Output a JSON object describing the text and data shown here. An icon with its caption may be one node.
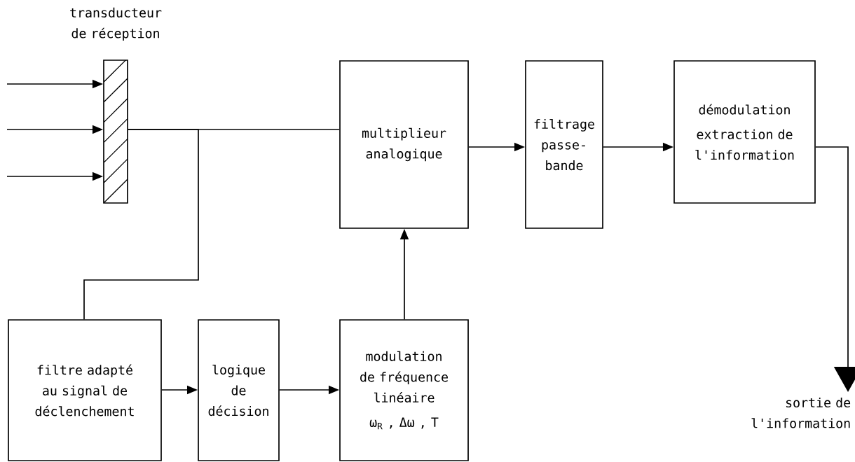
{
  "diagram": {
    "nodes": [
      {
        "text": [],
        "shape": "bar",
        "beside": [
          "transducteur de réception"
        ]
      },
      {
        "text": [
          "multiplieur analogique"
        ]
      },
      {
        "text": [
          "filtrage passe-bande"
        ]
      },
      {
        "text": [
          "démodulation",
          "extraction de l'information"
        ]
      },
      {
        "text": [
          "filtre adapté au signal de déclenchement"
        ]
      },
      {
        "text": [
          "logique de décision"
        ]
      },
      {
        "text": [
          "modulation de fréquence linéaire",
          "ω$_{R}$ , Δω , T"
        ]
      },
      {
        "text": [
          "sortie de l'information"
        ]
      }
    ],
    "edges": [
      {
        "from": null,
        "to": 0,
        "arrow": "to"
      },
      {
        "from": null,
        "to": 0,
        "arrow": "to"
      },
      {
        "from": null,
        "to": 0,
        "arrow": "to"
      },
      {
        "from": 0,
        "to": 1,
        "arrow": "none"
      },
      {
        "from": 0,
        "to": 4,
        "arrow": "none"
      },
      {
        "from": 1,
        "to": 2,
        "arrow": "to"
      },
      {
        "from": 2,
        "to": 3,
        "arrow": "to"
      },
      {
        "from": 3,
        "to": 7,
        "arrow": "to"
      },
      {
        "from": 4,
        "to": 5,
        "arrow": "to"
      },
      {
        "from": 5,
        "to": 6,
        "arrow": "to"
      },
      {
        "from": 6,
        "to": 1,
        "arrow": "to"
      }
    ]
  }
}
